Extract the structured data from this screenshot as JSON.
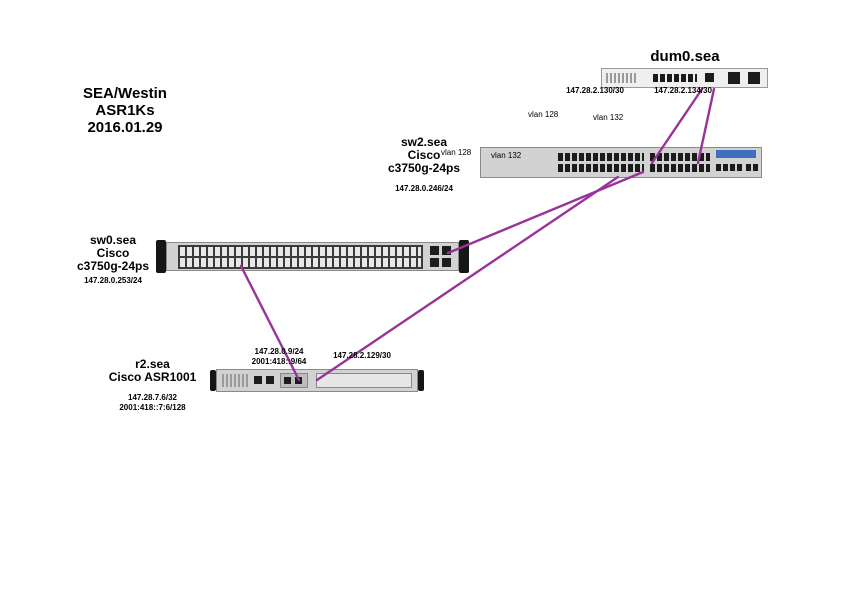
{
  "colors": {
    "link": "#993399",
    "logo_blue": "#3f6fbf",
    "chassis_grey": "#d2d2d2"
  },
  "title": {
    "line1": "SEA/Westin",
    "line2": "ASR1Ks",
    "line3": "2016.01.29"
  },
  "vlan_labels": {
    "top_128": "vlan 128",
    "top_132": "vlan 132",
    "sw2_128": "vlan 128",
    "sw2_132": "vlan 132"
  },
  "devices": {
    "dum0": {
      "name": "dum0.sea",
      "ip_left": "147.28.2.130/30",
      "ip_right": "147.28.2.134/30"
    },
    "sw2": {
      "name": "sw2.sea",
      "vendor": "Cisco",
      "model": "c3750g-24ps",
      "ip": "147.28.0.246/24"
    },
    "sw0": {
      "name": "sw0.sea",
      "vendor": "Cisco",
      "model": "c3750g-24ps",
      "ip": "147.28.0.253/24"
    },
    "r2": {
      "name": "r2.sea",
      "model": "Cisco ASR1001",
      "loopback_v4": "147.28.7.6/32",
      "loopback_v6": "2001:418::7:6/128",
      "lan_ip_v4": "147.28.0.9/24",
      "lan_ip_v6": "2001:418::9/64",
      "wan_ip": "147.28.2.129/30"
    }
  }
}
